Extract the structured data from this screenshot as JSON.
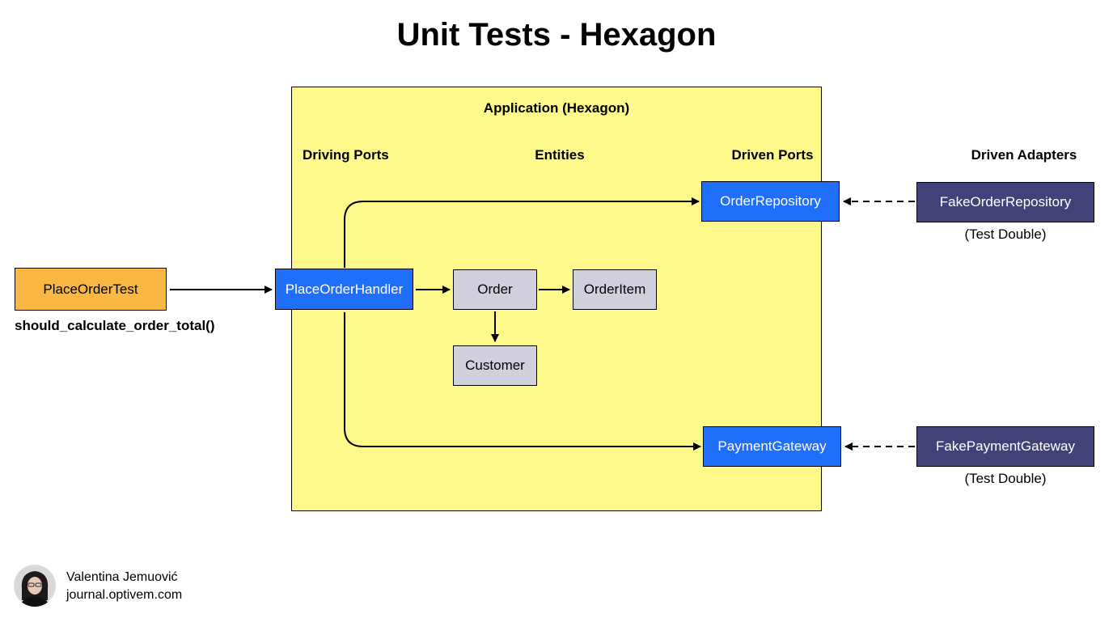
{
  "title": "Unit Tests - Hexagon",
  "colors": {
    "hexagon_fill": "#fef98a",
    "port_fill": "#1f6ffb",
    "adapter_fill": "#41427a",
    "entity_fill": "#cfd0dc",
    "test_fill": "#f8b843",
    "arrow": "#000000"
  },
  "hexagon": {
    "title": "Application (Hexagon)",
    "columns": {
      "driving_ports": "Driving Ports",
      "entities": "Entities",
      "driven_ports": "Driven Ports"
    }
  },
  "driven_adapters_heading": "Driven Adapters",
  "test": {
    "name": "PlaceOrderTest",
    "method": "should_calculate_order_total()"
  },
  "driving_port": {
    "name": "PlaceOrderHandler"
  },
  "entities": {
    "order": "Order",
    "order_item": "OrderItem",
    "customer": "Customer"
  },
  "driven_ports": {
    "order_repository": "OrderRepository",
    "payment_gateway": "PaymentGateway"
  },
  "driven_adapters": {
    "fake_order_repository": {
      "name": "FakeOrderRepository",
      "note": "(Test Double)"
    },
    "fake_payment_gateway": {
      "name": "FakePaymentGateway",
      "note": "(Test Double)"
    }
  },
  "author": {
    "name": "Valentina Jemuović",
    "site": "journal.optivem.com"
  }
}
